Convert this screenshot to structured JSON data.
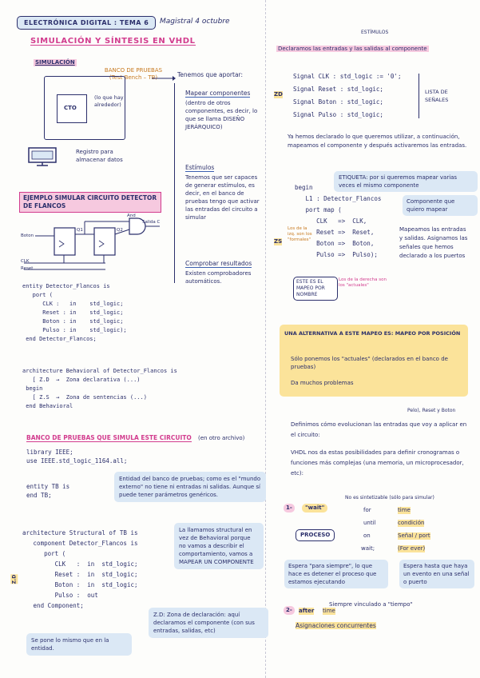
{
  "header": {
    "tag": "ELECTRÓNICA DIGITAL : TEMA 6",
    "note": "Magistral 4 octubre"
  },
  "left": {
    "section_title": "SIMULACIÓN Y SÍNTESIS EN VHDL",
    "sim_label": "SIMULACIÓN",
    "banco_label": "BANCO DE PRUEBAS (Test Bench – TB)",
    "lo_que_hay": "(lo que hay alrededor)",
    "cto": "CTO",
    "registro": "Registro para almacenar datos",
    "tenemos": "Tenemos que aportar:",
    "b1_title": "Mapear componentes",
    "b1_text": "(dentro de otros componentes, es decir, lo que se llama DISEÑO JERÁRQUICO)",
    "b2_title": "Estímulos",
    "b2_text": "Tenemos que ser capaces de generar estímulos, es decir, en el banco de pruebas tengo que activar las entradas del circuito a simular",
    "b3_title": "Comprobar resultados",
    "b3_text": "Existen comprobadores automáticos.",
    "ejemplo": "EJEMPLO SIMULAR CIRCUITO DETECTOR DE FLANCOS",
    "circ_and": "And",
    "circ_boton": "Boton",
    "circ_q1": "Q1",
    "circ_q2": "Q2",
    "circ_clk": "CLK",
    "circ_reset": "Reset",
    "circ_salida": "Salida C",
    "entity_code": "entity Detector_Flancos is\n   port (\n      CLK :   in    std_logic;\n      Reset : in    std_logic;\n      Boton : in    std_logic;\n      Pulso : in    std_logic);\n end Detector_Flancos;",
    "arch_code": "architecture Behavioral of Detector_Flancos is\n   [ Z.D  →  Zona declarativa (...)\n begin\n   [ Z.S  →  Zona de sentencias (...)\n end Behavioral",
    "banco_title": "BANCO DE PRUEBAS QUE SIMULA ESTE CIRCUITO",
    "banco_note": "(en otro archivo)",
    "lib_code": "library IEEE;\nuse IEEE.std_logic_1164.all;",
    "tb_code": "entity TB is\nend TB;",
    "tb_note": "Entidad del banco de pruebas; como es el \"mundo externo\" no tiene ni entradas ni salidas. Aunque sí puede tener parámetros genéricos.",
    "struct_code": "architecture Structural of TB is\n   component Detector_Flancos is\n      port (\n         CLK   :  in  std_logic;\n         Reset :  in  std_logic;\n         Boton :  in  std_logic;\n         Pulso :  out\n   end Component;",
    "struct_note": "La llamamos structural en vez de Behavioral porque no vamos a describir el comportamiento, vamos a MAPEAR UN COMPONENTE",
    "zd_note": "Z.D: Zona de declaración: aquí declaramos el componente (con sus entradas, salidas, etc)",
    "zd_tag": "Z.D",
    "mismo_note": "Se pone lo mismo que en la entidad."
  },
  "right": {
    "estimulos": "ESTÍMULOS",
    "r1_text": "Declaramos las entradas y las salidas al componente",
    "zd_tag": "ZD",
    "signals": [
      "Signal CLK : std_logic := '0';",
      "Signal Reset : std_logic;",
      "Signal Boton : std_logic;",
      "Signal Pulso : std_logic;"
    ],
    "lista": "LISTA DE SEÑALES",
    "r2_text": "Ya hemos declarado lo que queremos utilizar, a continuación, mapeamos el componente y después activaremos las entradas.",
    "etiqueta": "ETIQUETA: por si queremos mapear varias veces el mismo componente",
    "map_code": "begin\n   L1 : Detector_Flancos\n   port map (\n      CLK   =>  CLK,\n      Reset =>  Reset,\n      Boton =>  Boton,\n      Pulso =>  Pulso);",
    "componente_note": "Componente que quiero mapear",
    "zs_tag": "ZS",
    "formales": "Los de la izq. son los \"formales\"",
    "actuales": "Los de la derecha son los \"actuales\"",
    "mapeo_nombre": "ESTE ES EL MAPEO POR NOMBRE",
    "mapeamos_note": "Mapeamos las entradas y salidas. Asignamos las señales que hemos declarado a los puertos",
    "alt_title": "UNA ALTERNATIVA A ESTE MAPEO ES: MAPEO POR POSICIÓN",
    "alt_b1": "Sólo ponemos los \"actuales\" (declarados en el banco de pruebas)",
    "alt_b2": "Da muchos problemas",
    "pelo": "Pelo), Reset y Boton",
    "defin_text": "Definimos cómo evolucionan las entradas que voy a aplicar en el circuito:",
    "vhdl_text": "VHDL nos da estas posibilidades para definir cronogramas o funciones más complejas (una memoria, un microprocesador, etc):",
    "step1": "1-",
    "wait": "\"wait\"",
    "no_sint": "No es sintetizable (sólo para simular)",
    "for": "for",
    "until": "until",
    "on": "on",
    "wait2": "wait;",
    "tiempo": "time",
    "condicion": "condición",
    "senal_port": "Señal / port",
    "for_ever": "(For ever)",
    "proceso": "PROCESO",
    "espera_siempre": "Espera \"para siempre\", lo que hace es detener el proceso que estamos ejecutando",
    "espera_hasta": "Espera hasta que haya un evento en una señal o puerto",
    "siempre_tiempo": "Siempre vinculado a \"tiempo\"",
    "step2": "2-",
    "after": "after",
    "time2": "time",
    "asignaciones": "Asignaciones concurrentes"
  }
}
